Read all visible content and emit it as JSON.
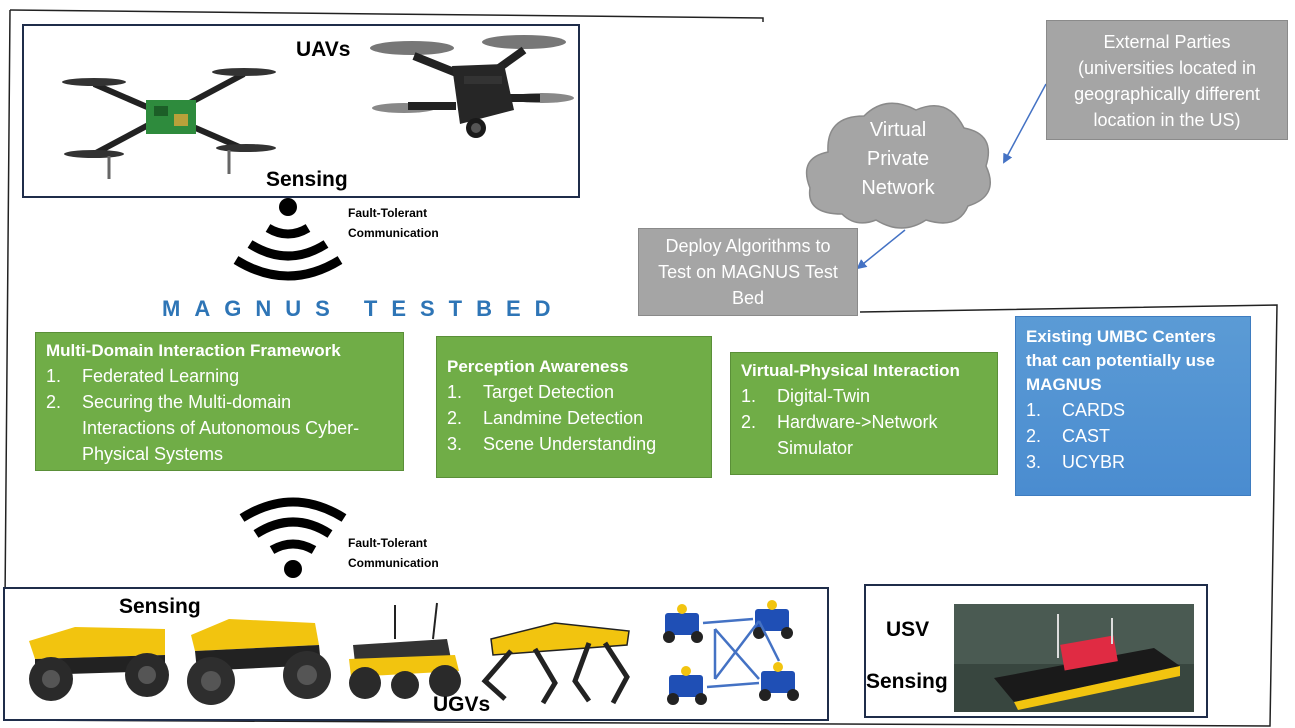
{
  "uav_panel": {
    "title": "UAVs",
    "sensing": "Sensing"
  },
  "ugv_panel": {
    "sensing": "Sensing",
    "title": "UGVs"
  },
  "usv_panel": {
    "title": "USV",
    "sensing": "Sensing"
  },
  "comm_top": {
    "line1": "Fault-Tolerant",
    "line2": "Communication",
    "icon": "wifi-signal-icon"
  },
  "comm_bottom": {
    "line1": "Fault-Tolerant",
    "line2": "Communication",
    "icon": "wifi-signal-icon"
  },
  "testbed_title": "MAGNUS TESTBED",
  "external": {
    "lines": [
      "External Parties",
      "(universities located in",
      "geographically different",
      "location in the US)"
    ]
  },
  "vpn": {
    "lines": [
      "Virtual",
      "Private",
      "Network"
    ]
  },
  "deploy": {
    "lines": [
      "Deploy Algorithms to",
      "Test on MAGNUS Test",
      "Bed"
    ]
  },
  "boxes": {
    "multi_domain": {
      "heading": "Multi-Domain Interaction Framework",
      "items": [
        {
          "num": "1.",
          "lines": [
            "Federated Learning"
          ]
        },
        {
          "num": "2.",
          "lines": [
            "Securing the Multi-domain",
            "Interactions of Autonomous Cyber-",
            "Physical Systems"
          ]
        }
      ]
    },
    "perception": {
      "heading": "Perception Awareness",
      "items": [
        {
          "num": "1.",
          "lines": [
            "Target Detection"
          ]
        },
        {
          "num": "2.",
          "lines": [
            "Landmine Detection"
          ]
        },
        {
          "num": "3.",
          "lines": [
            "Scene Understanding"
          ]
        }
      ]
    },
    "virtual_physical": {
      "heading": "Virtual-Physical Interaction",
      "items": [
        {
          "num": "1.",
          "lines": [
            "Digital-Twin"
          ]
        },
        {
          "num": "2.",
          "lines": [
            "Hardware->Network",
            "Simulator"
          ]
        }
      ]
    },
    "umbc": {
      "heading_lines": [
        "Existing UMBC Centers",
        "that can potentially use",
        "MAGNUS"
      ],
      "items": [
        {
          "num": "1.",
          "lines": [
            "CARDS"
          ]
        },
        {
          "num": "2.",
          "lines": [
            "CAST"
          ]
        },
        {
          "num": "3.",
          "lines": [
            "UCYBR"
          ]
        }
      ]
    }
  },
  "colors": {
    "green": "#70ad47",
    "blue": "#5b9bd5",
    "grey": "#a5a5a5",
    "testbed": "#2e75b6",
    "arrow": "#4472c4"
  }
}
